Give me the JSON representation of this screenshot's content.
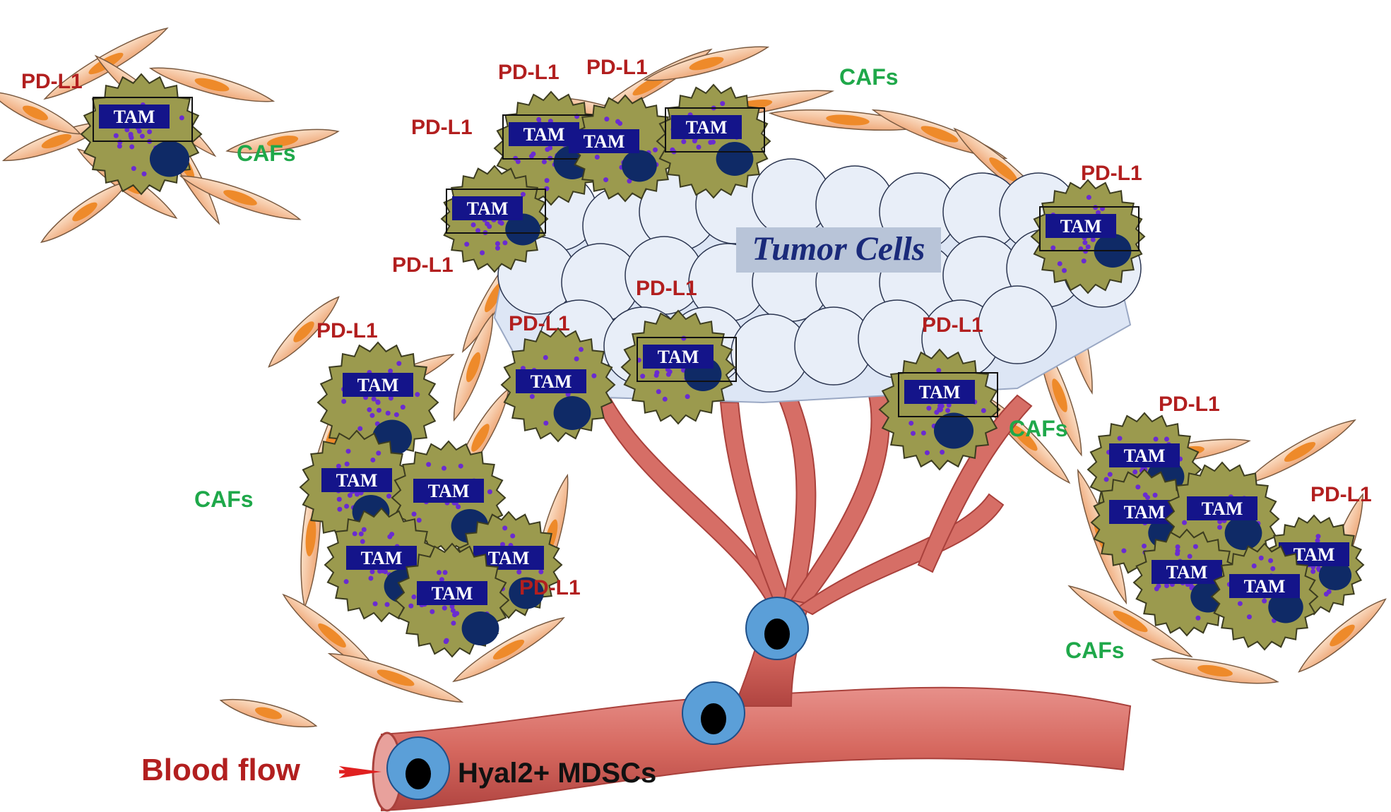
{
  "title": "Tumor Cells",
  "labels": {
    "pdl1": "PD-L1",
    "cafs": "CAFs",
    "tam": "TAM",
    "tumor_cells": "Tumor Cells",
    "blood_flow": "Blood flow",
    "mdscs": "Hyal2+ MDSCs"
  },
  "colors": {
    "pdl1_text": "#b21f1f",
    "cafs_text": "#1fa84a",
    "tam_body": "#9b9a4e",
    "tam_nucleus": "#0f2a66",
    "tam_granule": "#6a2bd1",
    "tam_label_bg": "#14148a",
    "fibroblast": "#f6c49a",
    "fibroblast_nucleus": "#ee8a2a",
    "tumor_fill": "#dde6f5",
    "vessel": "#d9736a",
    "vessel_dark": "#b44a44",
    "mdsc_cell": "#5b9fd8",
    "arrow": "#e02020"
  }
}
